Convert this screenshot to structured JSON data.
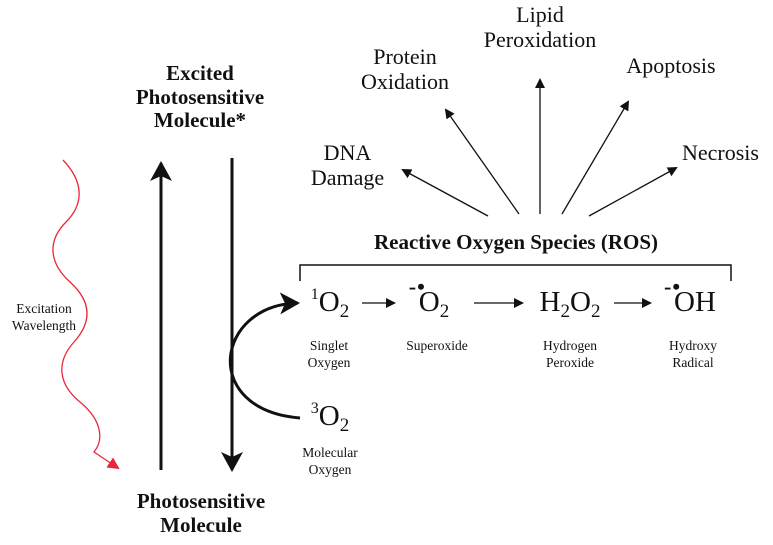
{
  "excited_molecule": {
    "line1": "Excited",
    "line2": "Photosensitive",
    "line3": "Molecule*"
  },
  "ground_molecule": {
    "line1": "Photosensitive",
    "line2": "Molecule"
  },
  "excitation": {
    "line1": "Excitation",
    "line2": "Wavelength",
    "wave_color": "#e8283a"
  },
  "ros_title": "Reactive Oxygen Species (ROS)",
  "effects": {
    "dna": {
      "line1": "DNA",
      "line2": "Damage"
    },
    "protein": {
      "line1": "Protein",
      "line2": "Oxidation"
    },
    "lipid": {
      "line1": "Lipid",
      "line2": "Peroxidation"
    },
    "apoptosis": "Apoptosis",
    "necrosis": "Necrosis"
  },
  "species": {
    "singlet": {
      "sup": "1",
      "base": "O",
      "sub": "2",
      "name1": "Singlet",
      "name2": "Oxygen"
    },
    "superoxide": {
      "mark": "-",
      "base": "O",
      "sub": "2",
      "name": "Superoxide"
    },
    "peroxide": {
      "base1": "H",
      "sub1": "2",
      "base2": "O",
      "sub2": "2",
      "name1": "Hydrogen",
      "name2": "Peroxide"
    },
    "hydroxy": {
      "mark": "-",
      "base": "OH",
      "name1": "Hydroxy",
      "name2": "Radical"
    },
    "molecular": {
      "sup": "3",
      "base": "O",
      "sub": "2",
      "name1": "Molecular",
      "name2": "Oxygen"
    }
  }
}
